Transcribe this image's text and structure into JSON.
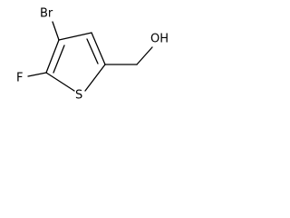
{
  "molecule": {
    "atoms": {
      "bromine": "Br",
      "fluorine": "F",
      "sulfur": "S",
      "hydroxyl": "OH"
    }
  }
}
